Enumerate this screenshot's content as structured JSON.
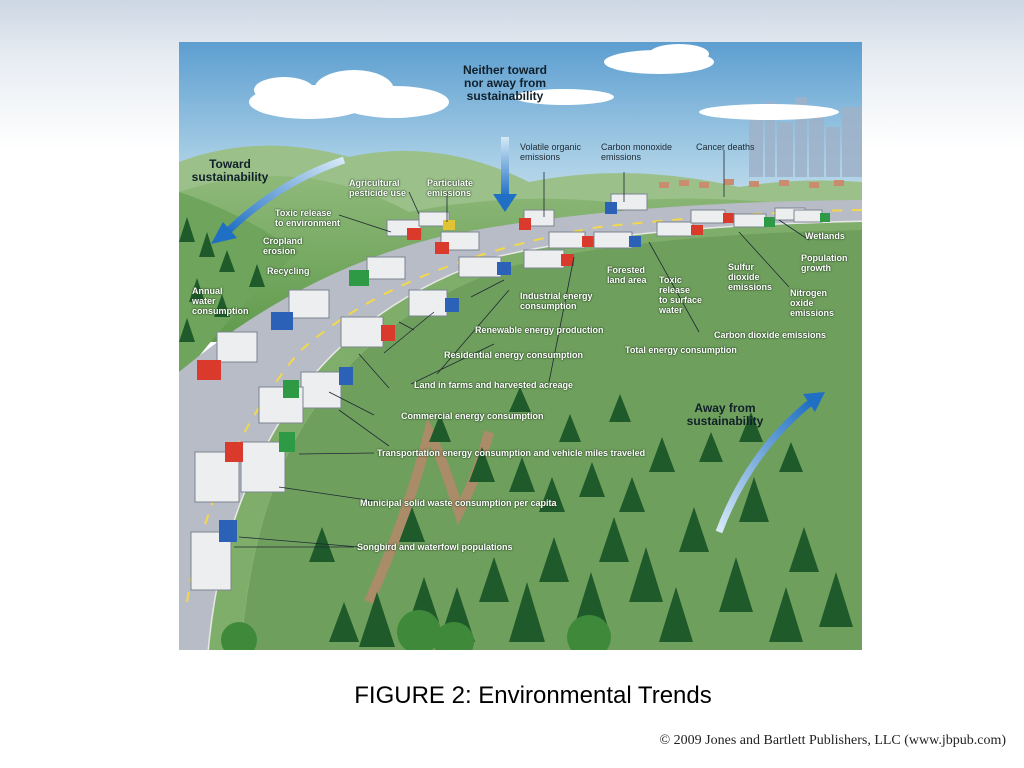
{
  "figure": {
    "direction_labels": {
      "neutral": "Neither toward\nnor away from\nsustainability",
      "toward": "Toward\nsustainability",
      "away": "Away from\nsustainability"
    },
    "trend_labels": {
      "volatile_organic": "Volatile organic\nemissions",
      "carbon_monoxide": "Carbon monoxide\nemissions",
      "cancer_deaths": "Cancer deaths",
      "agricultural_pesticide": "Agricultural\npesticide use",
      "particulate": "Particulate\nemissions",
      "toxic_release_env": "Toxic release\nto environment",
      "cropland_erosion": "Cropland\nerosion",
      "recycling": "Recycling",
      "annual_water": "Annual\nwater\nconsumption",
      "wetlands": "Wetlands",
      "population_growth": "Population\ngrowth",
      "forested_land": "Forested\nland area",
      "toxic_release_water": "Toxic\nrelease\nto surface\nwater",
      "sulfur_dioxide": "Sulfur\ndioxide\nemissions",
      "nitrogen_oxide": "Nitrogen\noxide\nemissions",
      "industrial_energy": "Industrial energy\nconsumption",
      "renewable_energy": "Renewable energy production",
      "carbon_dioxide": "Carbon dioxide emissions",
      "residential_energy": "Residential energy consumption",
      "total_energy": "Total energy consumption",
      "land_in_farms": "Land in farms and harvested acreage",
      "commercial_energy": "Commercial energy consumption",
      "transportation_energy": "Transportation energy consumption and vehicle miles traveled",
      "municipal_waste": "Municipal solid waste consumption per capita",
      "songbird": "Songbird and waterfowl populations"
    }
  },
  "caption": "FIGURE 2: Environmental Trends",
  "copyright": "© 2009 Jones and Bartlett Publishers, LLC (www.jbpub.com)"
}
